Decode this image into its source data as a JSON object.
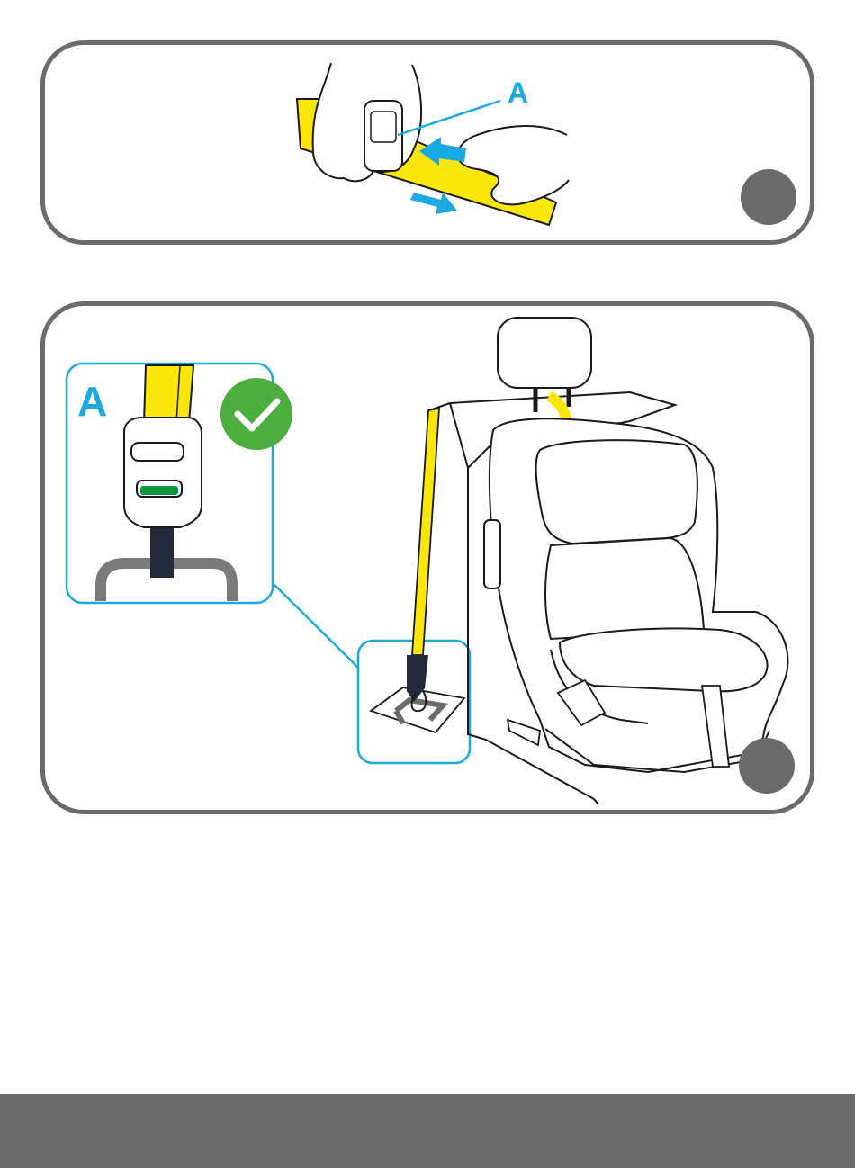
{
  "labels": {
    "panel1_callout": "A",
    "panel2_inset": "A"
  },
  "colors": {
    "strap_yellow": "#fbe60a",
    "arrow_blue": "#1aa9e1",
    "frame_gray": "#6b6b6b",
    "check_green": "#4cae3f",
    "indicator_green": "#0b9444",
    "webbing_navy": "#232a3a"
  },
  "icons": {
    "step_marker": "step-number-circle",
    "check": "checkmark-icon",
    "arrows": "direction-arrow-icon"
  }
}
